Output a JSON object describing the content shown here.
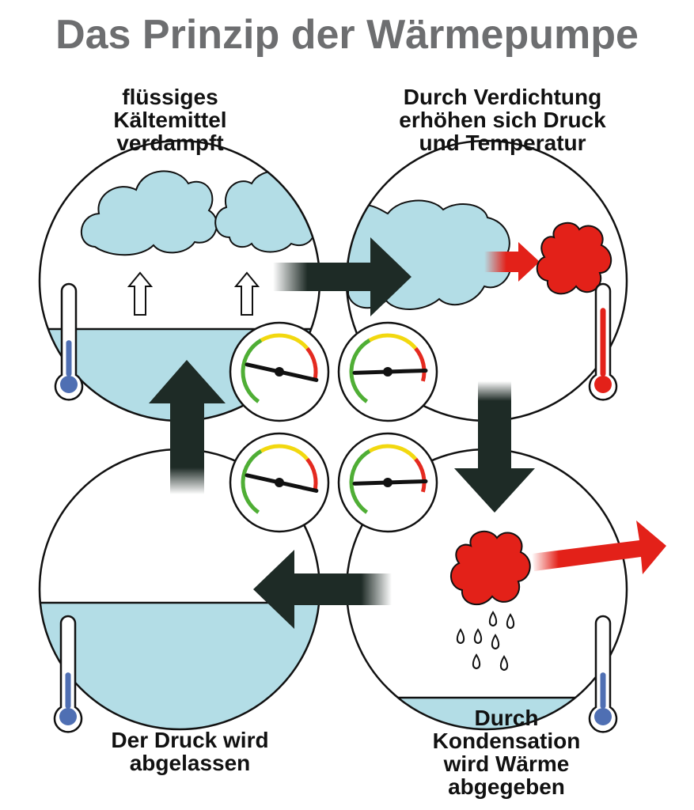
{
  "title": "Das Prinzip der Wärmepumpe",
  "steps": [
    {
      "id": "evaporation",
      "lines": [
        "flüssiges",
        "Kältemittel",
        "verdampft"
      ]
    },
    {
      "id": "compression",
      "lines": [
        "Durch Verdichtung",
        "erhöhen sich Druck",
        "und Temperatur"
      ]
    },
    {
      "id": "expansion",
      "lines": [
        "Der Druck wird",
        "abgelassen"
      ]
    },
    {
      "id": "condensation",
      "lines": [
        "Durch",
        "Kondensation",
        "wird Wärme",
        "abgegeben"
      ]
    }
  ],
  "gauges": {
    "top_left": 0.85,
    "top_right": 0.95,
    "bottom_left": 0.85,
    "bottom_right": 0.95
  },
  "thermometers": {
    "top_left": 0.45,
    "top_right": 0.85,
    "bottom_left": 0.45,
    "bottom_right": 0.45
  },
  "colors": {
    "title": "#6d6e70",
    "liquid": "#b3dde6",
    "arrow_dark": "#1e2b26",
    "hot": "#e32119",
    "cold": "#4f6fb3",
    "gauge_green": "#4fae35",
    "gauge_yellow": "#f2d80f",
    "gauge_red": "#e42a20"
  },
  "icons": [
    "up-arrow-icon",
    "heat-cloud-icon",
    "droplet-icon",
    "thermometer-icon",
    "pressure-gauge-icon"
  ]
}
